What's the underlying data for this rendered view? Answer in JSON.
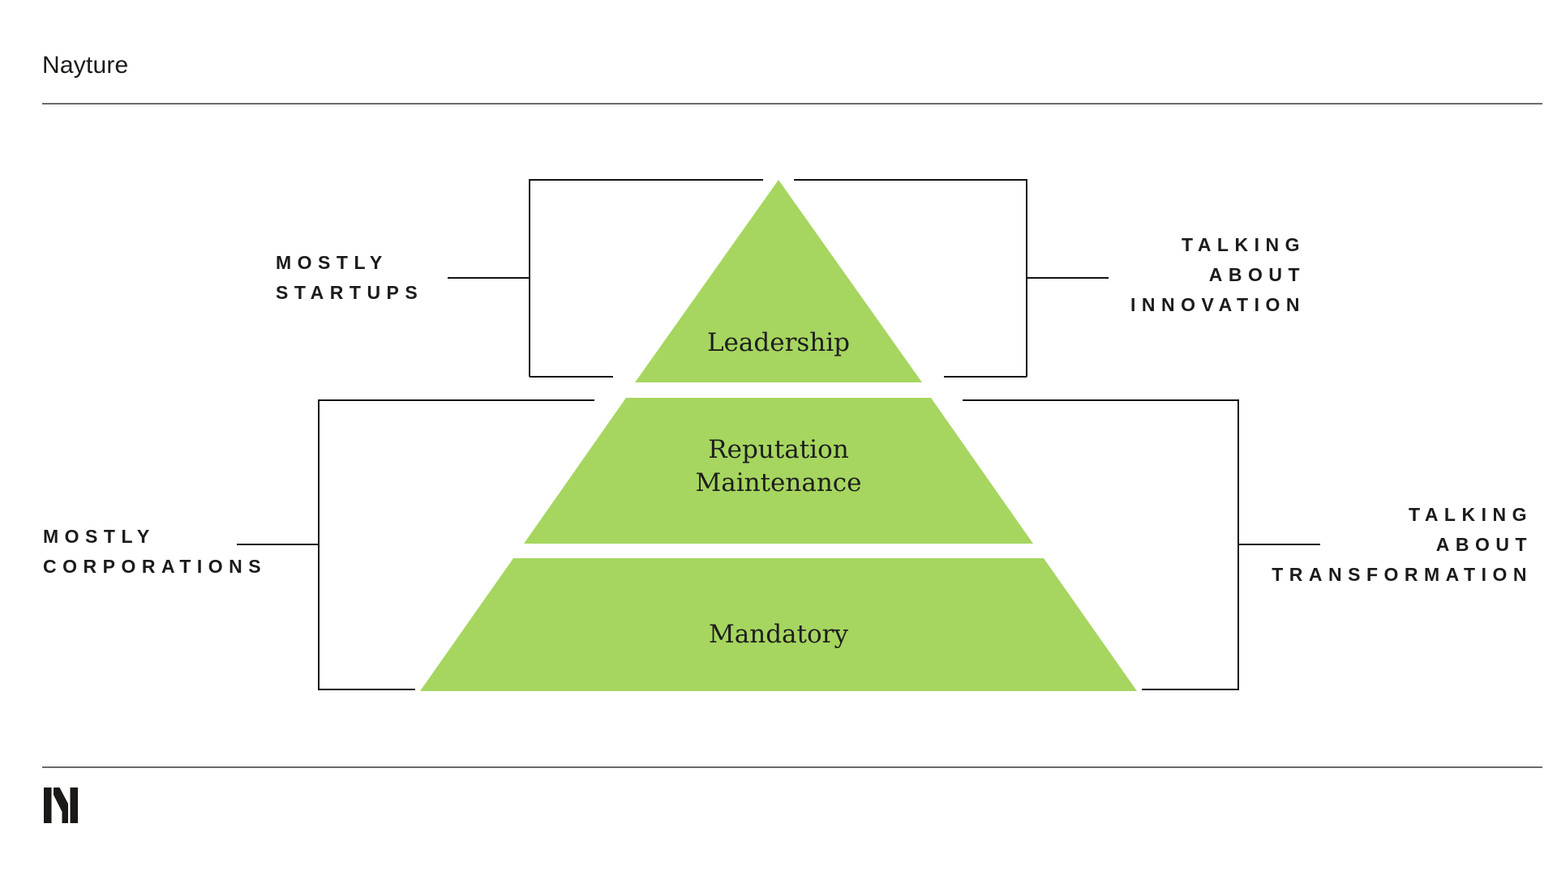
{
  "page": {
    "brand": "Nayture"
  },
  "colors": {
    "pyramid_green": "#a6d65f",
    "ink": "#1b1b1b",
    "line": "#121212"
  },
  "pyramid": {
    "tiers": [
      {
        "label": "Leadership"
      },
      {
        "label_line1": "Reputation",
        "label_line2": "Maintenance"
      },
      {
        "label": "Mandatory"
      }
    ]
  },
  "annotations": {
    "top_left": {
      "lines": [
        "MOSTLY",
        "STARTUPS"
      ]
    },
    "top_right": {
      "lines": [
        "TALKING",
        "ABOUT",
        "INNOVATION"
      ]
    },
    "bottom_left": {
      "lines": [
        "MOSTLY",
        "CORPORATIONS"
      ]
    },
    "bottom_right": {
      "lines": [
        "TALKING",
        "ABOUT",
        "TRANSFORMATION"
      ]
    }
  },
  "logo": {
    "name": "nayture-monogram"
  }
}
